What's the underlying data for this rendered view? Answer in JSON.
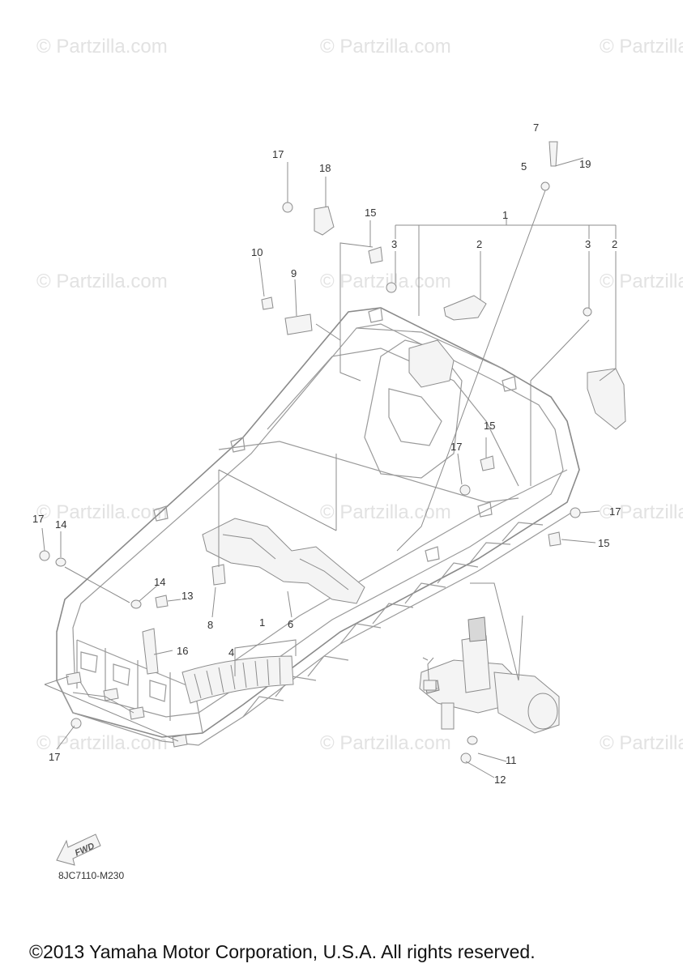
{
  "diagram": {
    "watermark_text": "© Partzilla.com",
    "part_code": "8JC7110-M230",
    "copyright": "©2013 Yamaha Motor Corporation, U.S.A. All rights reserved.",
    "fwd_label": "FWD",
    "colors": {
      "line": "#8c8c8c",
      "watermark": "#e2e2e2",
      "text": "#333333"
    },
    "callouts": {
      "c1a": "1",
      "c2a": "2",
      "c2b": "2",
      "c3a": "3",
      "c3b": "3",
      "c1b": "1",
      "c4": "4",
      "c5": "5",
      "c6": "6",
      "c7": "7",
      "c8": "8",
      "c9": "9",
      "c10": "10",
      "c11": "11",
      "c12": "12",
      "c13": "13",
      "c14a": "14",
      "c14b": "14",
      "c15a": "15",
      "c15b": "15",
      "c15c": "15",
      "c16": "16",
      "c17a": "17",
      "c17b": "17",
      "c17c": "17",
      "c17d": "17",
      "c17e": "17",
      "c18": "18",
      "c19": "19"
    }
  }
}
